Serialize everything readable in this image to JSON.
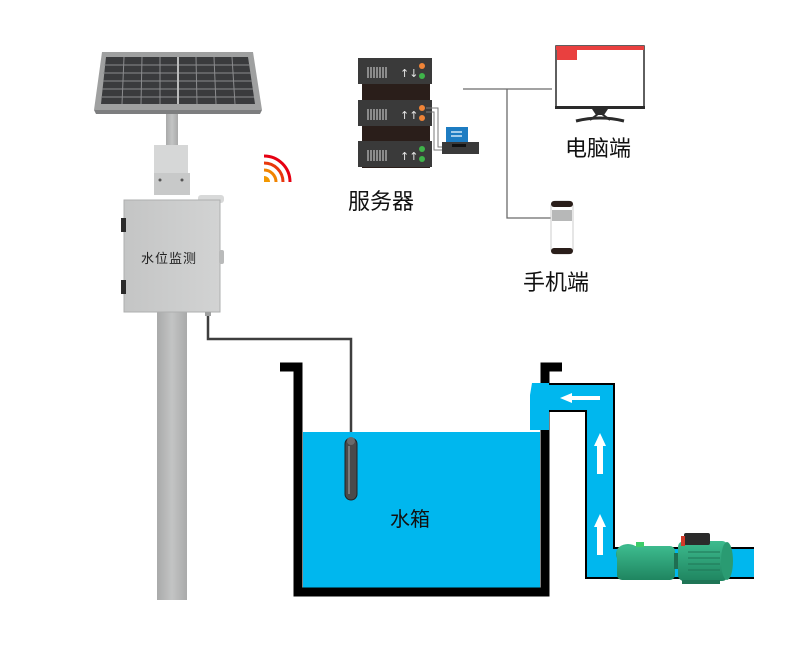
{
  "title": "水位监测系统示意图",
  "labels": {
    "monitor_box": "水位监测",
    "server": "服务器",
    "pc": "电脑端",
    "mobile": "手机端",
    "tank": "水箱"
  },
  "components": [
    {
      "id": "solar-panel",
      "name": "solar panel"
    },
    {
      "id": "pole",
      "name": "mounting pole"
    },
    {
      "id": "monitor-box",
      "name": "water level monitor enclosure"
    },
    {
      "id": "wireless-signal",
      "name": "wireless signal"
    },
    {
      "id": "server-rack",
      "name": "server"
    },
    {
      "id": "network-switch",
      "name": "network device"
    },
    {
      "id": "pc-monitor",
      "name": "PC terminal"
    },
    {
      "id": "mobile-phone",
      "name": "mobile terminal"
    },
    {
      "id": "water-tank",
      "name": "water tank"
    },
    {
      "id": "level-sensor",
      "name": "submersible level sensor"
    },
    {
      "id": "pump",
      "name": "water pump"
    },
    {
      "id": "inlet-pipe",
      "name": "inlet pipe"
    }
  ],
  "colors": {
    "water": "#00b7ee",
    "tank_wall": "#000000",
    "enclosure": "#c8c9c9",
    "pole": "#b4b5b5",
    "signal_red": "#e60012",
    "signal_orange": "#f39800",
    "pump": "#2aa37a",
    "screen_accent": "#e9403f"
  }
}
